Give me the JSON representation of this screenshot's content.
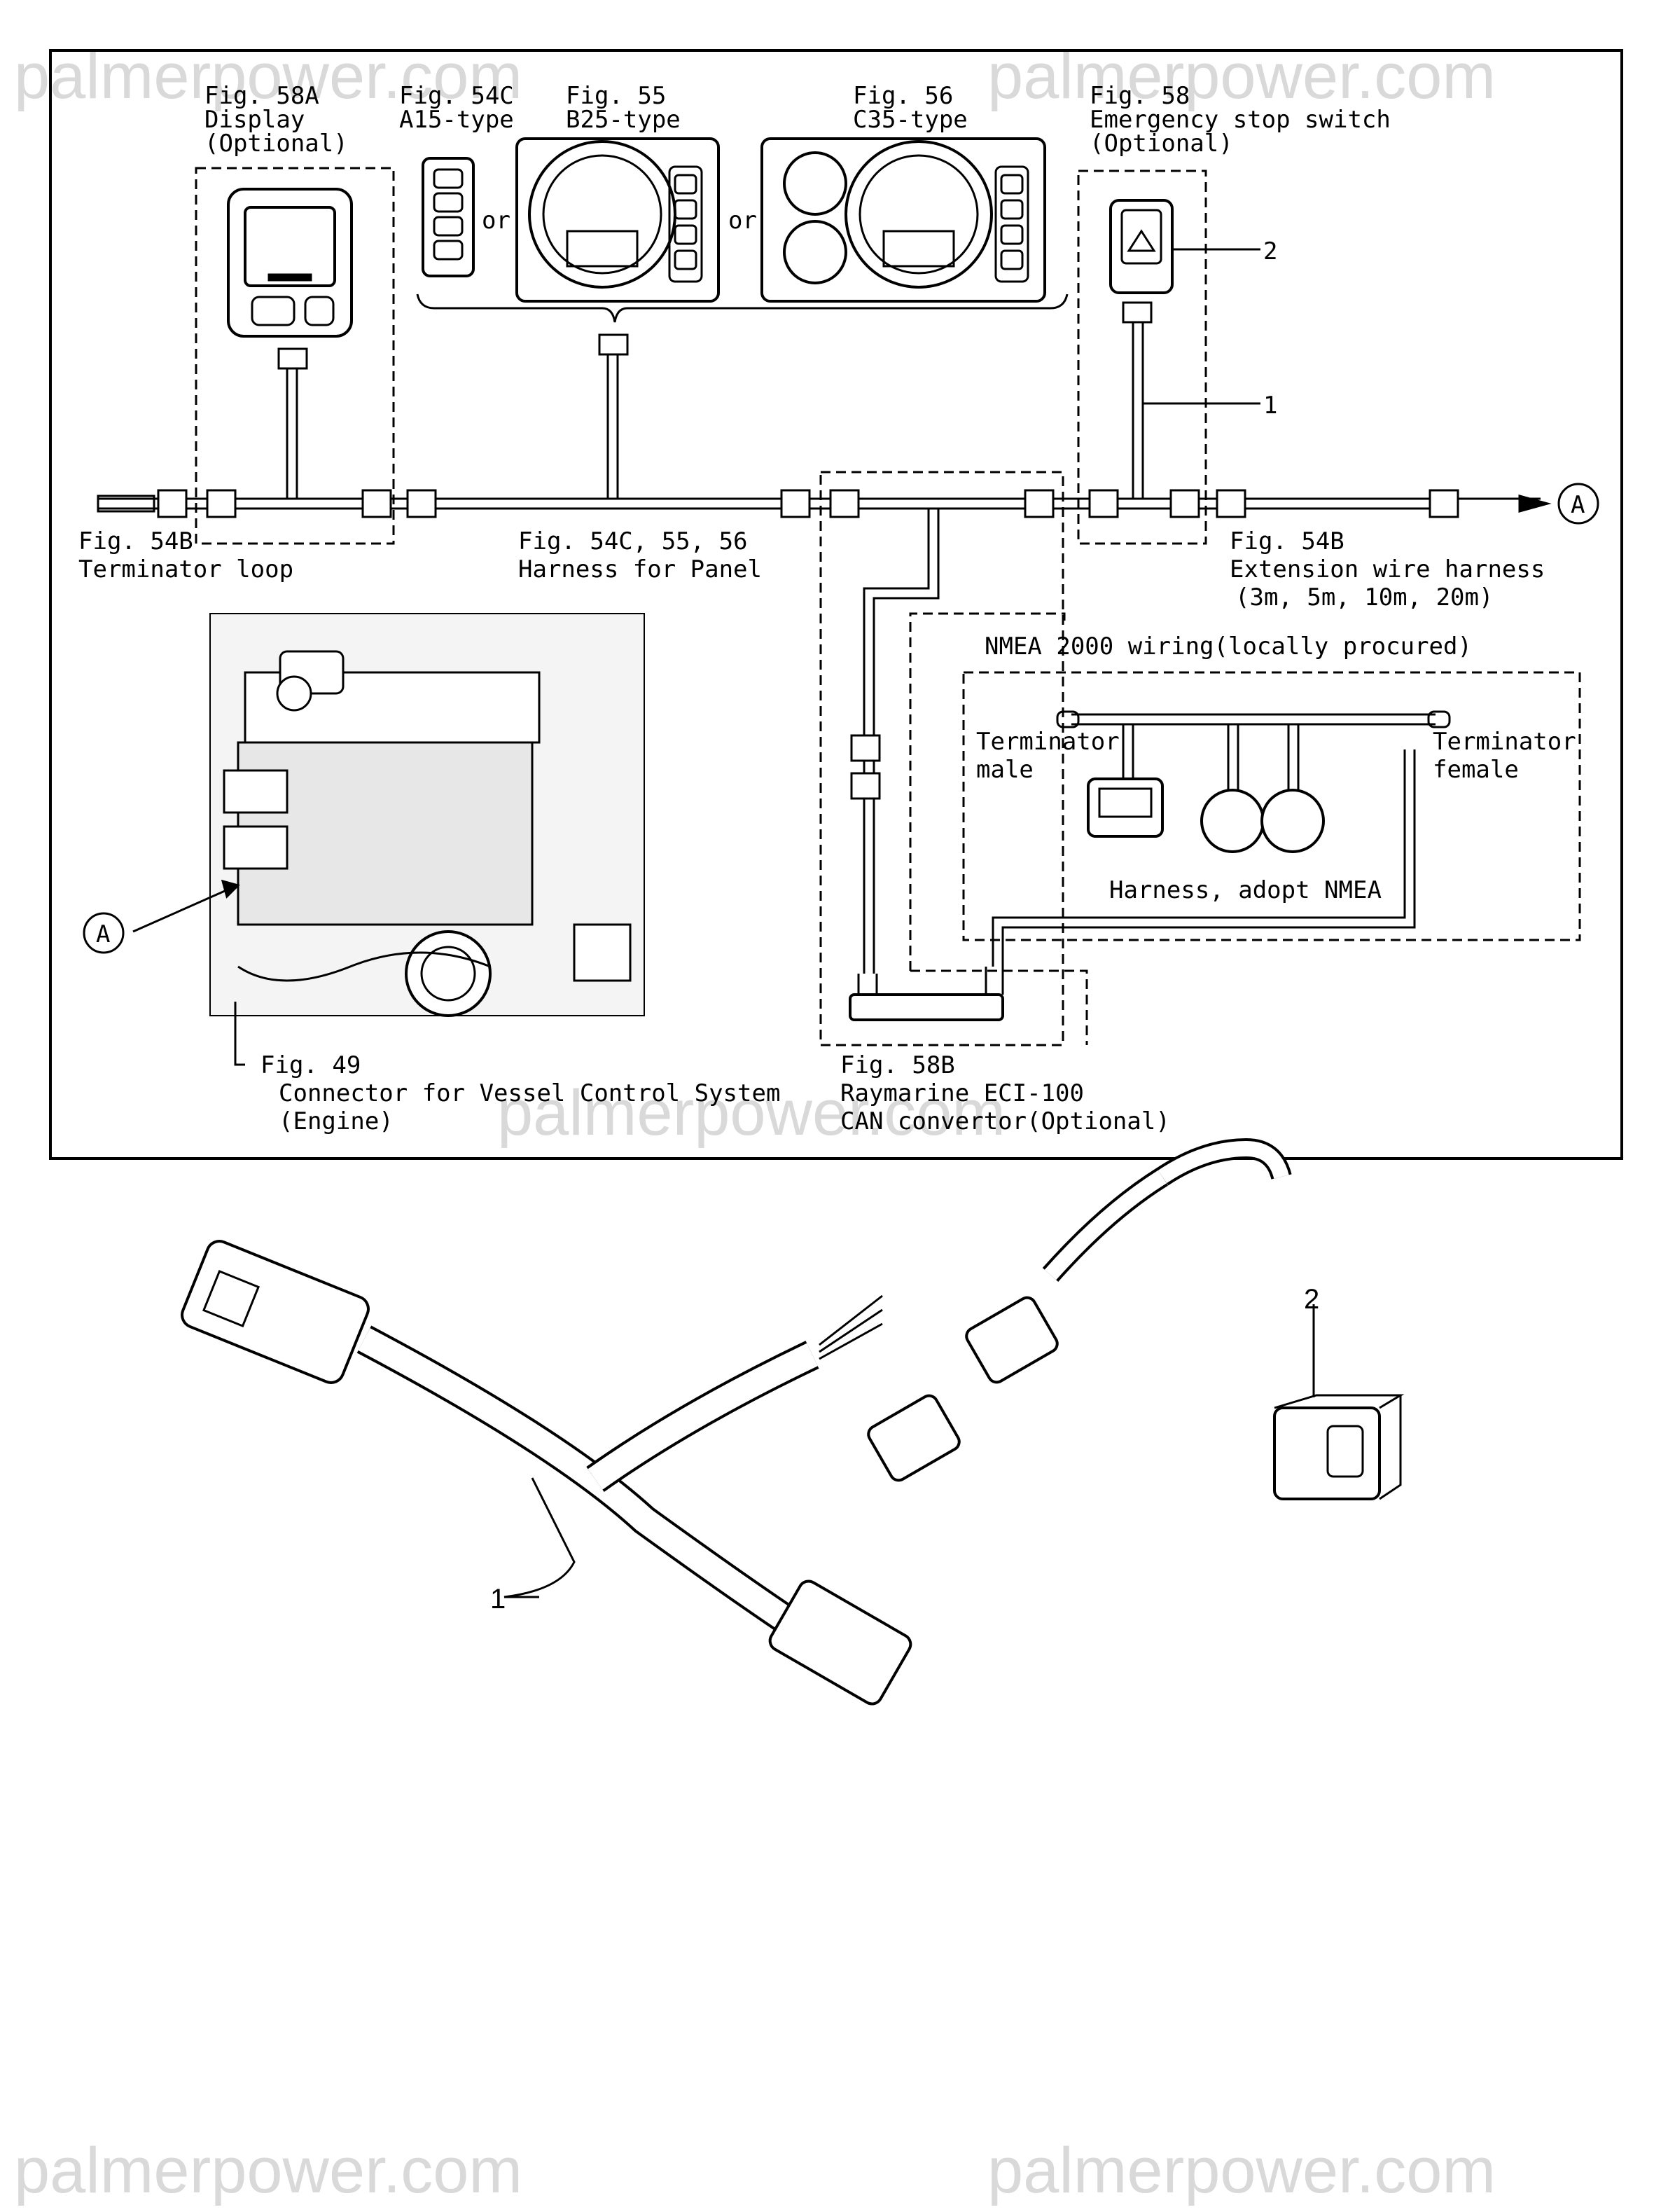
{
  "watermarks": [
    "palmerpower.com",
    "palmerpower.com",
    "palmerpower.com",
    "palmerpower.com",
    "palmerpower.com"
  ],
  "labels": {
    "fig58a": [
      "Fig. 58A",
      "Display",
      "(Optional)"
    ],
    "fig54c": [
      "Fig. 54C",
      "A15-type"
    ],
    "fig55": [
      "Fig. 55",
      "B25-type"
    ],
    "fig56": [
      "Fig. 56",
      "C35-type"
    ],
    "fig58": [
      "Fig. 58",
      "Emergency stop switch",
      "(Optional)"
    ],
    "or": "or",
    "fig54b_loop": [
      "Fig. 54B",
      "Terminator loop"
    ],
    "fig54c_panel": [
      "Fig. 54C, 55, 56",
      "Harness for Panel"
    ],
    "fig54b_ext": [
      "Fig. 54B",
      "Extension wire harness",
      "(3m, 5m, 10m, 20m)"
    ],
    "nmea_title": "NMEA 2000 wiring(locally procured)",
    "term_male": [
      "Terminator",
      "male"
    ],
    "term_female": [
      "Terminator",
      "female"
    ],
    "harness_nmea": "Harness, adopt NMEA",
    "fig49": [
      "Fig. 49",
      "Connector for Vessel Control System",
      "(Engine)"
    ],
    "fig58b": [
      "Fig. 58B",
      "Raymarine ECI-100",
      "CAN convertor(Optional)"
    ],
    "callout_a": "A",
    "part1": "1",
    "part2": "2"
  }
}
